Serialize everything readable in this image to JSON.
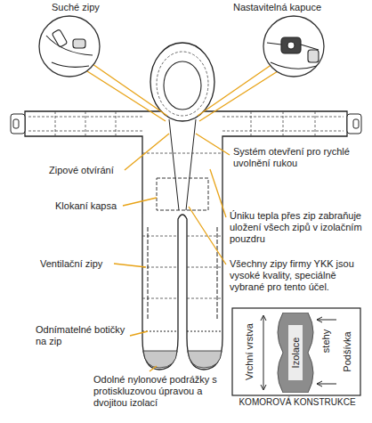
{
  "diagram": {
    "nodes": [
      {
        "text": [
          "Vrchní vrstva",
          "stehy",
          "Podšívka",
          "KOMOROVÁ KONSTRUKCE"
        ]
      },
      {
        "text": [
          "Izolace"
        ],
        "in": 0
      }
    ],
    "labels": [
      "Suché zipy",
      "Nastavitelná kapuce",
      "Zipové otvírání",
      "Systém otevření pro rychlé uvolnění rukou",
      "Klokaní kapsa",
      "Úniku tepla přes zip zabraňuje uložení všech zipů v izolačním pouzdru",
      "Ventilační zipy",
      "Všechny zipy firmy YKK jsou vysoké kvality, speciálně vybrané pro tento účel.",
      "Odnímatelné botičky na zip",
      "Odolné nylonové podrážky s protiskluzovou úpravou a dvojitou izolací"
    ]
  }
}
